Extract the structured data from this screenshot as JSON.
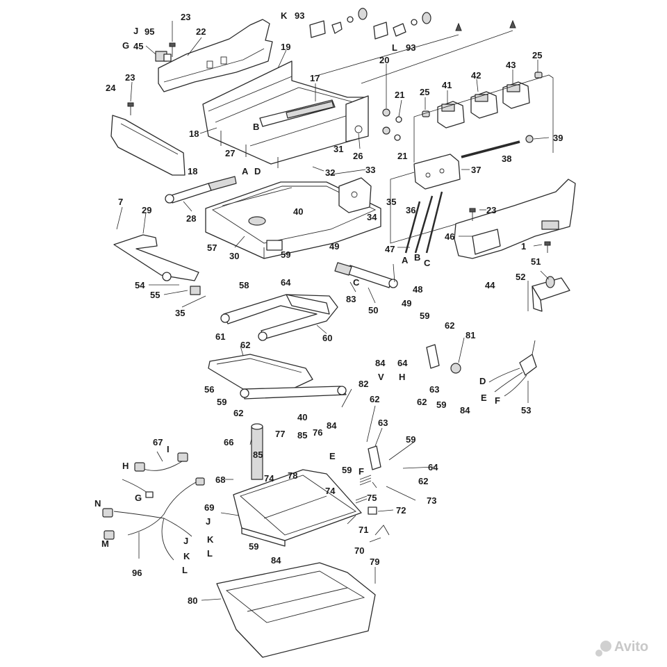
{
  "callouts": [
    {
      "id": "c23a",
      "text": "23"
    },
    {
      "id": "c95",
      "text": "95"
    },
    {
      "id": "cJ1",
      "text": "J"
    },
    {
      "id": "cG1",
      "text": "G"
    },
    {
      "id": "c45",
      "text": "45"
    },
    {
      "id": "c22",
      "text": "22"
    },
    {
      "id": "cK1",
      "text": "K"
    },
    {
      "id": "c93a",
      "text": "93"
    },
    {
      "id": "cL1",
      "text": "L"
    },
    {
      "id": "c93b",
      "text": "93"
    },
    {
      "id": "c19",
      "text": "19"
    },
    {
      "id": "c17",
      "text": "17"
    },
    {
      "id": "c23b",
      "text": "23"
    },
    {
      "id": "c24",
      "text": "24"
    },
    {
      "id": "c18a",
      "text": "18"
    },
    {
      "id": "cB1",
      "text": "B"
    },
    {
      "id": "c27",
      "text": "27"
    },
    {
      "id": "c20",
      "text": "20"
    },
    {
      "id": "c21a",
      "text": "21"
    },
    {
      "id": "c21b",
      "text": "21"
    },
    {
      "id": "c26",
      "text": "26"
    },
    {
      "id": "c31",
      "text": "31"
    },
    {
      "id": "c25a",
      "text": "25"
    },
    {
      "id": "c41",
      "text": "41"
    },
    {
      "id": "c42",
      "text": "42"
    },
    {
      "id": "c43",
      "text": "43"
    },
    {
      "id": "c25b",
      "text": "25"
    },
    {
      "id": "c39",
      "text": "39"
    },
    {
      "id": "c38",
      "text": "38"
    },
    {
      "id": "c37",
      "text": "37"
    },
    {
      "id": "c18b",
      "text": "18"
    },
    {
      "id": "cA1",
      "text": "A"
    },
    {
      "id": "cD1",
      "text": "D"
    },
    {
      "id": "c32",
      "text": "32"
    },
    {
      "id": "c33",
      "text": "33"
    },
    {
      "id": "c35a",
      "text": "35"
    },
    {
      "id": "c36",
      "text": "36"
    },
    {
      "id": "c23c",
      "text": "23"
    },
    {
      "id": "c7",
      "text": "7"
    },
    {
      "id": "c29",
      "text": "29"
    },
    {
      "id": "c28",
      "text": "28"
    },
    {
      "id": "c40a",
      "text": "40"
    },
    {
      "id": "c34",
      "text": "34"
    },
    {
      "id": "c46",
      "text": "46"
    },
    {
      "id": "c47",
      "text": "47"
    },
    {
      "id": "cA2",
      "text": "A"
    },
    {
      "id": "cB2",
      "text": "B"
    },
    {
      "id": "cC2",
      "text": "C"
    },
    {
      "id": "c1",
      "text": "1"
    },
    {
      "id": "c44",
      "text": "44"
    },
    {
      "id": "c30",
      "text": "30"
    },
    {
      "id": "c57",
      "text": "57"
    },
    {
      "id": "c59a",
      "text": "59"
    },
    {
      "id": "c49a",
      "text": "49"
    },
    {
      "id": "c48",
      "text": "48"
    },
    {
      "id": "c51",
      "text": "51"
    },
    {
      "id": "c52",
      "text": "52"
    },
    {
      "id": "c54",
      "text": "54"
    },
    {
      "id": "c58",
      "text": "58"
    },
    {
      "id": "c64a",
      "text": "64"
    },
    {
      "id": "c55",
      "text": "55"
    },
    {
      "id": "c35b",
      "text": "35"
    },
    {
      "id": "c83",
      "text": "83"
    },
    {
      "id": "c50",
      "text": "50"
    },
    {
      "id": "c49b",
      "text": "49"
    },
    {
      "id": "cC1",
      "text": "C"
    },
    {
      "id": "c59b",
      "text": "59"
    },
    {
      "id": "c62a",
      "text": "62"
    },
    {
      "id": "c60",
      "text": "60"
    },
    {
      "id": "c81",
      "text": "81"
    },
    {
      "id": "c61",
      "text": "61"
    },
    {
      "id": "c62b",
      "text": "62"
    },
    {
      "id": "c64b",
      "text": "64"
    },
    {
      "id": "cH1",
      "text": "H"
    },
    {
      "id": "c84a",
      "text": "84"
    },
    {
      "id": "cV",
      "text": "V"
    },
    {
      "id": "c63a",
      "text": "63"
    },
    {
      "id": "c62c",
      "text": "62"
    },
    {
      "id": "c59c",
      "text": "59"
    },
    {
      "id": "c84b",
      "text": "84"
    },
    {
      "id": "c56",
      "text": "56"
    },
    {
      "id": "c59d",
      "text": "59"
    },
    {
      "id": "c62d",
      "text": "62"
    },
    {
      "id": "c40b",
      "text": "40"
    },
    {
      "id": "c82",
      "text": "82"
    },
    {
      "id": "c62e",
      "text": "62"
    },
    {
      "id": "cD2",
      "text": "D"
    },
    {
      "id": "cE2",
      "text": "E"
    },
    {
      "id": "cF2",
      "text": "F"
    },
    {
      "id": "c53",
      "text": "53"
    },
    {
      "id": "c67",
      "text": "67"
    },
    {
      "id": "cI1",
      "text": "I"
    },
    {
      "id": "cH2",
      "text": "H"
    },
    {
      "id": "c66",
      "text": "66"
    },
    {
      "id": "c77",
      "text": "77"
    },
    {
      "id": "c85a",
      "text": "85"
    },
    {
      "id": "c76",
      "text": "76"
    },
    {
      "id": "c84c",
      "text": "84"
    },
    {
      "id": "c63b",
      "text": "63"
    },
    {
      "id": "c59e",
      "text": "59"
    },
    {
      "id": "c85b",
      "text": "85"
    },
    {
      "id": "cE1",
      "text": "E"
    },
    {
      "id": "c59f",
      "text": "59"
    },
    {
      "id": "cF1",
      "text": "F"
    },
    {
      "id": "c64c",
      "text": "64"
    },
    {
      "id": "c74a",
      "text": "74"
    },
    {
      "id": "c78",
      "text": "78"
    },
    {
      "id": "c62f",
      "text": "62"
    },
    {
      "id": "c68",
      "text": "68"
    },
    {
      "id": "cG2",
      "text": "G"
    },
    {
      "id": "c74b",
      "text": "74"
    },
    {
      "id": "c75",
      "text": "75"
    },
    {
      "id": "c73",
      "text": "73"
    },
    {
      "id": "c69",
      "text": "69"
    },
    {
      "id": "c72",
      "text": "72"
    },
    {
      "id": "cN",
      "text": "N"
    },
    {
      "id": "cJ2",
      "text": "J"
    },
    {
      "id": "cK2",
      "text": "K"
    },
    {
      "id": "cM",
      "text": "M"
    },
    {
      "id": "cJ3",
      "text": "J"
    },
    {
      "id": "cL2",
      "text": "L"
    },
    {
      "id": "cK3",
      "text": "K"
    },
    {
      "id": "c71",
      "text": "71"
    },
    {
      "id": "c59g",
      "text": "59"
    },
    {
      "id": "c70",
      "text": "70"
    },
    {
      "id": "c84d",
      "text": "84"
    },
    {
      "id": "c96",
      "text": "96"
    },
    {
      "id": "cL3",
      "text": "L"
    },
    {
      "id": "c79",
      "text": "79"
    },
    {
      "id": "c80",
      "text": "80"
    }
  ],
  "watermark": "Avito"
}
